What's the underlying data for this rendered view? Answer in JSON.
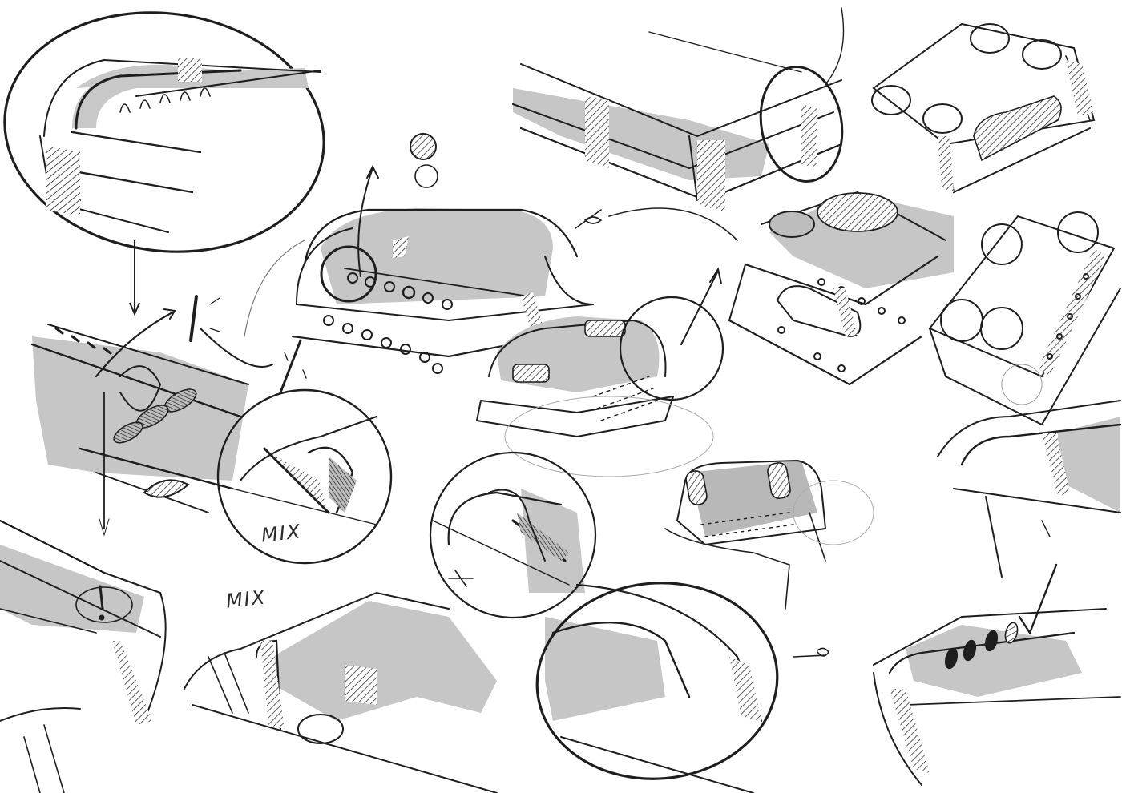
{
  "sheet": {
    "description_free": true,
    "palette": {
      "paper": "#ffffff",
      "ink": "#1e1e1e",
      "light_ink": "#9a9a9a",
      "marker_fill": "#c8c8c8"
    },
    "annotations": [
      {
        "id": "mix-1",
        "text": "MIX"
      },
      {
        "id": "mix-2",
        "text": "MIX"
      }
    ]
  }
}
